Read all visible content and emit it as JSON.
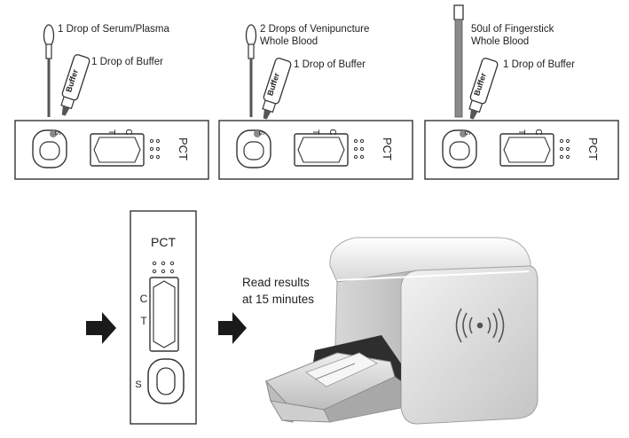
{
  "steps": [
    {
      "sample_label": "1 Drop of Serum/Plasma",
      "buffer_label": "1 Drop of Buffer"
    },
    {
      "sample_label_line1": "2 Drops of Venipuncture",
      "sample_label_line2": "Whole Blood",
      "buffer_label": "1 Drop of Buffer"
    },
    {
      "sample_label_line1": "50ul of Fingerstick",
      "sample_label_line2": "Whole Blood",
      "buffer_label": "1 Drop of Buffer"
    }
  ],
  "cassette": {
    "brand": "PCT",
    "t_mark": "T",
    "c_mark": "C",
    "s_mark": "S"
  },
  "vial_text": "Buffer",
  "read_instruction": {
    "line1": "Read results",
    "line2": "at 15 minutes"
  },
  "icons": [
    "dropper-icon",
    "buffer-vial-icon",
    "capillary-tube-icon",
    "right-arrow-icon",
    "analyzer-device-icon"
  ],
  "colors": {
    "line": "#333333",
    "arrow": "#1a1a1a",
    "device_body": "#dcdcdc",
    "sample_gray": "#8a8a8a"
  }
}
